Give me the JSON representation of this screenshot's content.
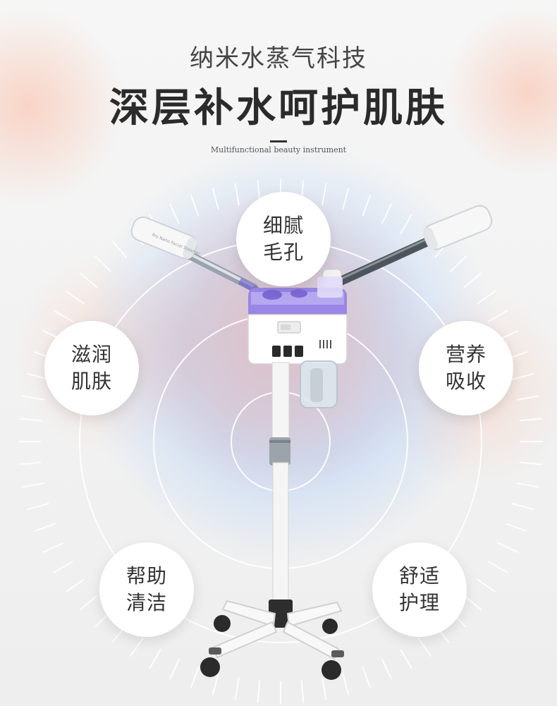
{
  "header": {
    "subtitle": "纳米水蒸气科技",
    "title": "深层补水呵护肌肤",
    "english": "Multifunctional beauty instrument"
  },
  "features": [
    {
      "line1": "细腻",
      "line2": "毛孔"
    },
    {
      "line1": "滋润",
      "line2": "肌肤"
    },
    {
      "line1": "营养",
      "line2": "吸收"
    },
    {
      "line1": "帮助",
      "line2": "清洁"
    },
    {
      "line1": "舒适",
      "line2": "护理"
    }
  ],
  "device_label": "Pro Nano Facial Steamer"
}
